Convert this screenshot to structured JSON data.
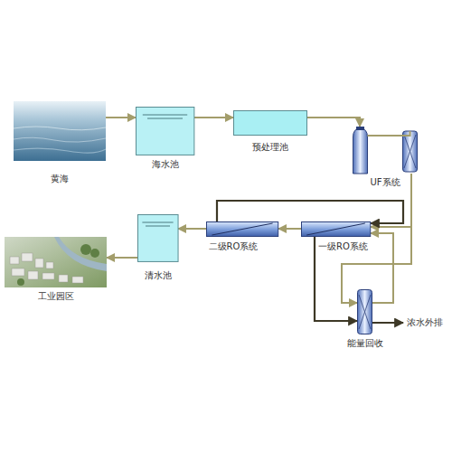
{
  "diagram": {
    "nodes": [
      {
        "text": [
          "黄海"
        ]
      },
      {
        "text": [
          "海水池"
        ]
      },
      {
        "text": [
          "预处理池"
        ]
      },
      {
        "text": [
          "UF系统"
        ]
      },
      {
        "text": [
          "清水池"
        ]
      },
      {
        "text": [
          "二级RO系统"
        ]
      },
      {
        "text": [
          "一级RO系统"
        ]
      },
      {
        "text": [
          "工业园区"
        ]
      },
      {
        "text": [
          "能量回收"
        ]
      }
    ],
    "edges": [
      {
        "from": 0,
        "to": 1,
        "arrow": "to"
      },
      {
        "from": 1,
        "to": 2,
        "arrow": "to"
      },
      {
        "from": 2,
        "to": 3,
        "arrow": "to"
      },
      {
        "from": 3,
        "to": 6,
        "arrow": "to"
      },
      {
        "from": 3,
        "to": 8,
        "arrow": "to"
      },
      {
        "from": 8,
        "to": 6,
        "arrow": "to"
      },
      {
        "from": 6,
        "to": 8,
        "arrow": "to"
      },
      {
        "from": 6,
        "to": 5,
        "arrow": "to"
      },
      {
        "from": 5,
        "to": 6,
        "arrow": "to"
      },
      {
        "from": 5,
        "to": 4,
        "arrow": "to"
      },
      {
        "from": 4,
        "to": 7,
        "arrow": "to"
      }
    ],
    "labels": [
      "浓水外排"
    ]
  }
}
